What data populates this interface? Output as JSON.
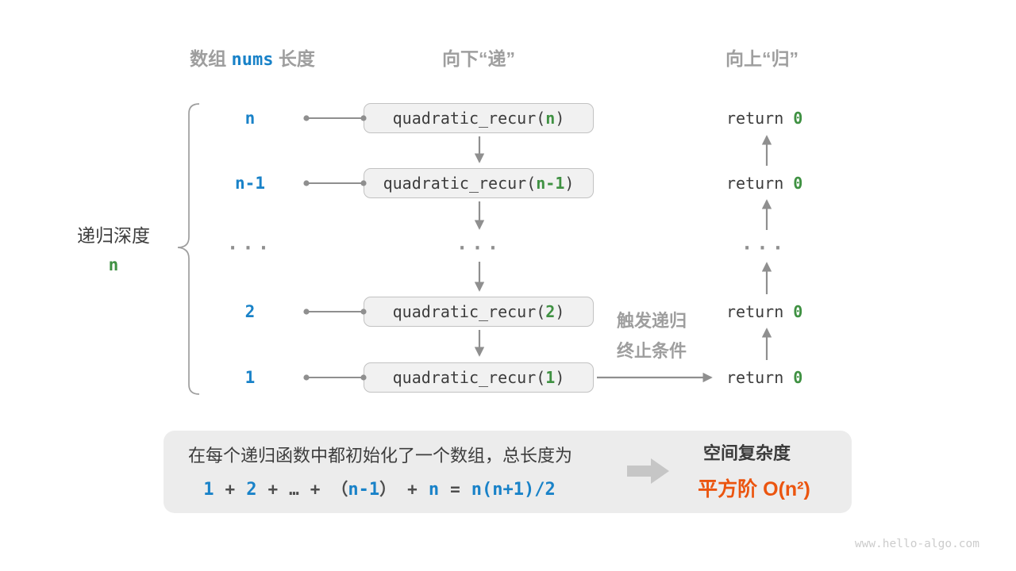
{
  "colors": {
    "blue": "#1982c8",
    "green": "#3f9142",
    "orange": "#eb550f",
    "gray": "#9e9e9e",
    "dark": "#3d3d3d",
    "line": "#8f8f8f",
    "brace": "#9e9e9e",
    "box-bg": "#f1f1f1",
    "box-border": "#c2c2c2",
    "panel-bg": "#ececec",
    "block-arrow": "#c6c6c6",
    "watermark": "#cccccc"
  },
  "headers": {
    "left": {
      "pre": "数组",
      "code": "nums",
      "post": "长度"
    },
    "middle": "向下“递”",
    "right": "向上“归”"
  },
  "depth_label": {
    "text": "递归深度",
    "value": "n"
  },
  "ellipsis": "...",
  "rows": [
    {
      "depth": "n",
      "call_pre": "quadratic_recur(",
      "arg": "n",
      "call_post": ")",
      "ret": "return",
      "ret_val": "0"
    },
    {
      "depth": "n-1",
      "call_pre": "quadratic_recur(",
      "arg": "n-1",
      "call_post": ")",
      "ret": "return",
      "ret_val": "0"
    },
    {
      "depth": "2",
      "call_pre": "quadratic_recur(",
      "arg": "2",
      "call_post": ")",
      "ret": "return",
      "ret_val": "0"
    },
    {
      "depth": "1",
      "call_pre": "quadratic_recur(",
      "arg": "1",
      "call_post": ")",
      "ret": "return",
      "ret_val": "0"
    }
  ],
  "trigger": {
    "line1": "触发递归",
    "line2": "终止条件"
  },
  "summary": {
    "line1": "在每个递归函数中都初始化了一个数组，总长度为",
    "formula": {
      "n1": "1",
      "op": "+",
      "n2": "2",
      "ellipsis": "…",
      "lp": "（",
      "mid": "n-1",
      "rp": "）",
      "n4": "n",
      "eq": "=",
      "rhs": "n(n+1)/2"
    },
    "result_title": "空间复杂度",
    "result_value": "平方阶 O(n²)"
  },
  "watermark": "www.hello-algo.com"
}
